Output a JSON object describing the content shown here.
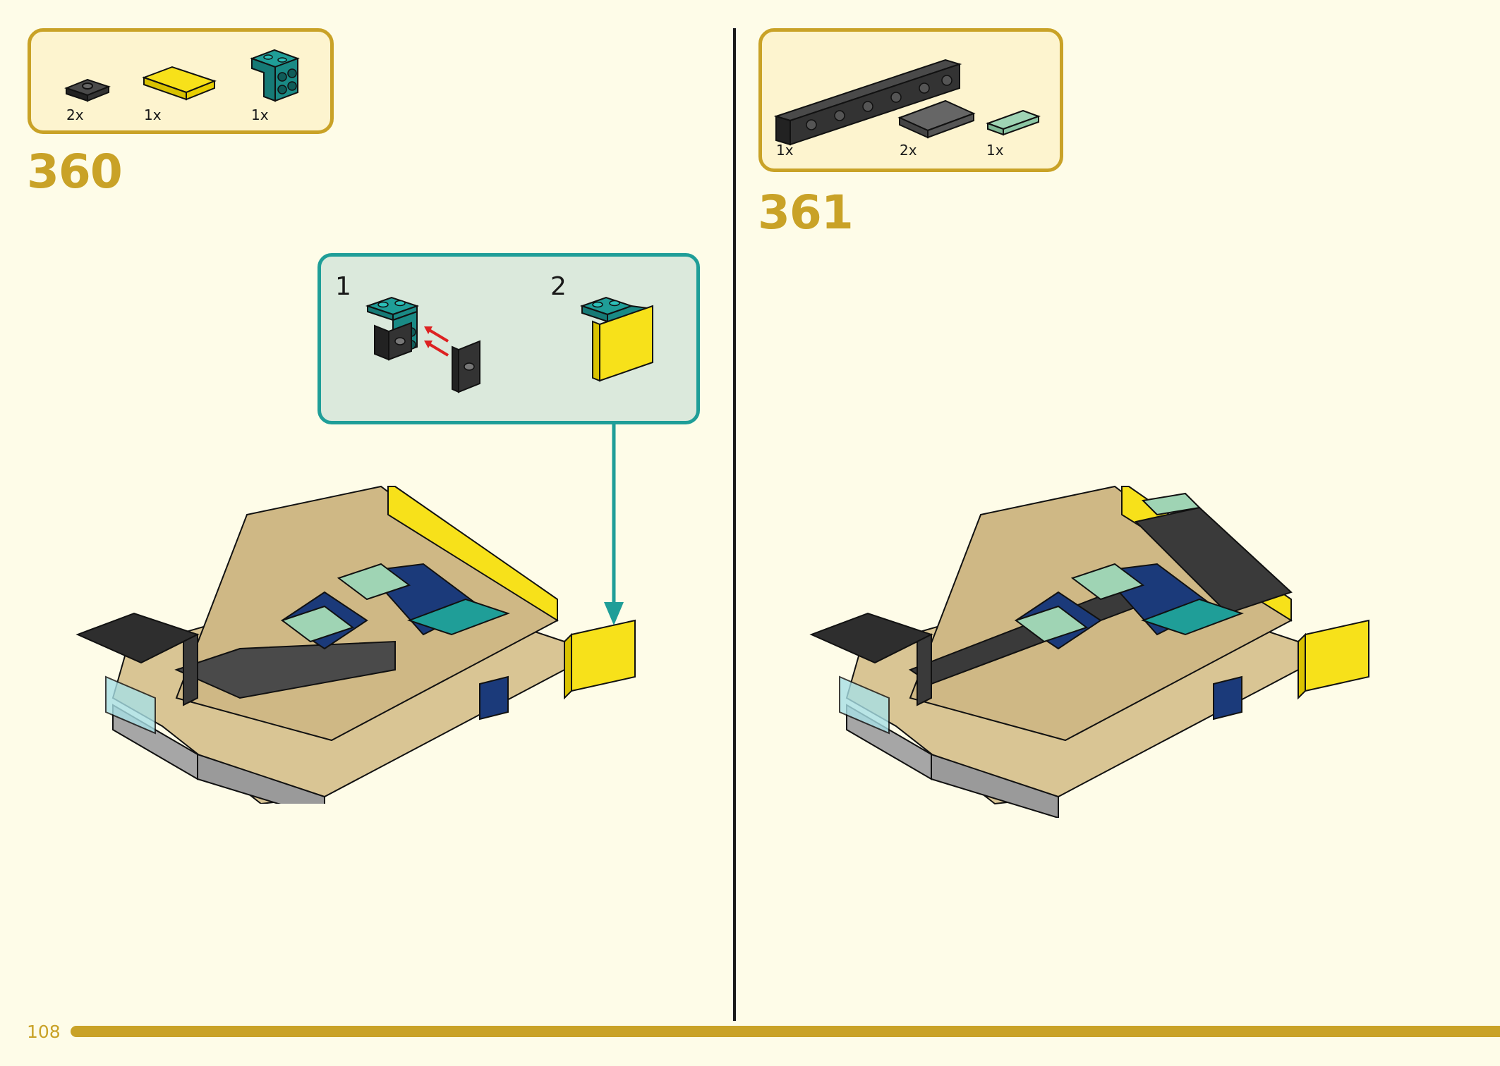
{
  "page_number": "108",
  "steps": [
    {
      "number": "360",
      "parts": [
        {
          "qty": "2x",
          "icon": "dark-gray-jumper-plate-icon",
          "color": "#2b2b2b"
        },
        {
          "qty": "1x",
          "icon": "yellow-tile-icon",
          "color": "#f7e11a"
        },
        {
          "qty": "1x",
          "icon": "teal-bracket-icon",
          "color": "#1f9e98"
        }
      ],
      "subassembly": {
        "sub_steps": [
          "1",
          "2"
        ],
        "border_color": "#1f9e98"
      }
    },
    {
      "number": "361",
      "parts": [
        {
          "qty": "1x",
          "icon": "dark-gray-technic-brick-icon",
          "color": "#3a3a3a"
        },
        {
          "qty": "2x",
          "icon": "dark-gray-plate-2x4-icon",
          "color": "#5a5a5a"
        },
        {
          "qty": "1x",
          "icon": "sand-green-plate-1x3-icon",
          "color": "#9fd4b4"
        }
      ]
    }
  ],
  "colors": {
    "accent": "#c9a227",
    "background": "#fefce8",
    "callout": "#1f9e98"
  }
}
